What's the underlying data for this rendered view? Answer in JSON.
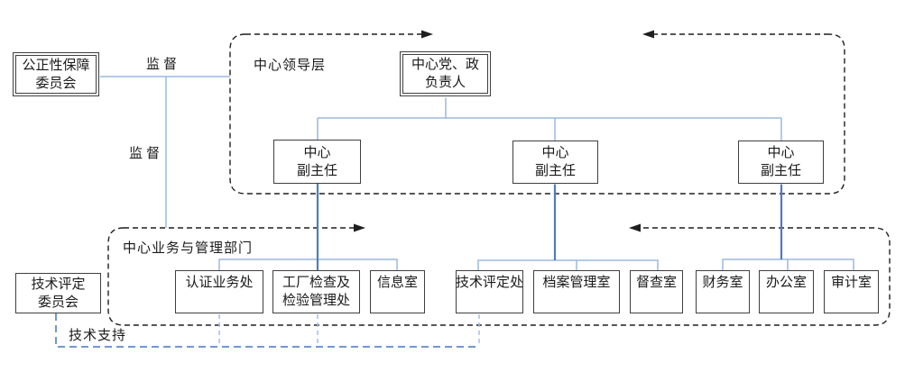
{
  "groups": {
    "leadership": {
      "label": "中心领导层"
    },
    "departments": {
      "label": "中心业务与管理部门"
    }
  },
  "nodes": {
    "fairness_committee": {
      "line1": "公正性保障",
      "line2": "委员会"
    },
    "party_gov_head": {
      "line1": "中心党、政",
      "line2": "负责人"
    },
    "deputy_director_1": {
      "line1": "中心",
      "line2": "副主任"
    },
    "deputy_director_2": {
      "line1": "中心",
      "line2": "副主任"
    },
    "deputy_director_3": {
      "line1": "中心",
      "line2": "副主任"
    },
    "tech_eval_committee": {
      "line1": "技术评定",
      "line2": "委员会"
    },
    "certification_office": {
      "label": "认证业务处"
    },
    "factory_inspection_office": {
      "line1": "工厂检查及",
      "line2": "检验管理处"
    },
    "information_office": {
      "label": "信息室"
    },
    "tech_evaluation_office": {
      "label": "技术评定处"
    },
    "archives_office": {
      "label": "档案管理室"
    },
    "inspection_office": {
      "label": "督查室"
    },
    "finance_office": {
      "label": "财务室"
    },
    "general_office": {
      "label": "办公室"
    },
    "audit_office": {
      "label": "审计室"
    }
  },
  "edge_labels": {
    "supervise_1": "监督",
    "supervise_2": "监督",
    "tech_support": "技术支持"
  },
  "colors": {
    "connector_light": "#9bb8de",
    "connector_strong": "#4f7cbf",
    "support_dash_strong": "#6f99d0",
    "support_dash_light": "#a4c0e2",
    "outline_dash": "#1f1f1f",
    "box_border": "#3f3f3f"
  }
}
